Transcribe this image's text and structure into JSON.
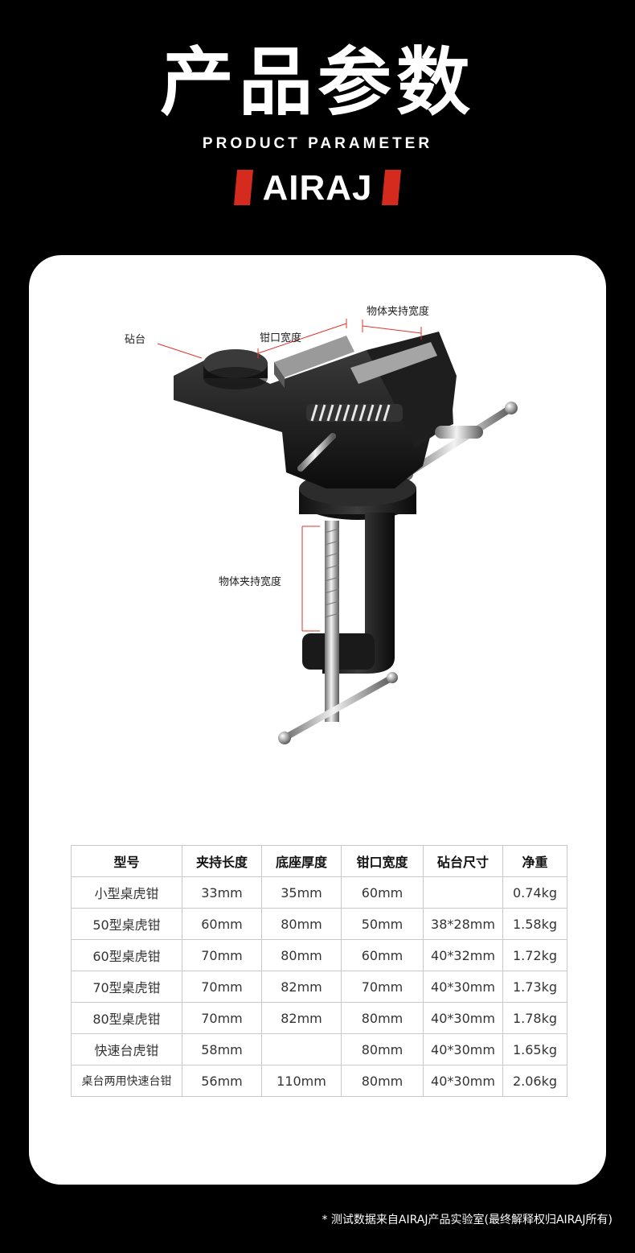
{
  "header": {
    "title": "产品参数",
    "subtitle": "PRODUCT PARAMETER",
    "brand": "AIRAJ"
  },
  "colors": {
    "background": "#000000",
    "card": "#ffffff",
    "brand_red": "#d52a1e",
    "leader_line": "#e0352c",
    "table_border": "#c9c9c9"
  },
  "diagram": {
    "image": "bench-vise-product-photo",
    "callouts": {
      "anvil": "砧台",
      "jaw_width": "钳口宽度",
      "clamp_width_top": "物体夹持宽度",
      "clamp_width_side": "物体夹持宽度"
    }
  },
  "table": {
    "headers": [
      "型号",
      "夹持长度",
      "底座厚度",
      "钳口宽度",
      "砧台尺寸",
      "净重"
    ],
    "rows": [
      [
        "小型桌虎钳",
        "33mm",
        "35mm",
        "60mm",
        "",
        "0.74kg"
      ],
      [
        "50型桌虎钳",
        "60mm",
        "80mm",
        "50mm",
        "38*28mm",
        "1.58kg"
      ],
      [
        "60型桌虎钳",
        "70mm",
        "80mm",
        "60mm",
        "40*32mm",
        "1.72kg"
      ],
      [
        "70型桌虎钳",
        "70mm",
        "82mm",
        "70mm",
        "40*30mm",
        "1.73kg"
      ],
      [
        "80型桌虎钳",
        "70mm",
        "82mm",
        "80mm",
        "40*30mm",
        "1.78kg"
      ],
      [
        "快速台虎钳",
        "58mm",
        "",
        "80mm",
        "40*30mm",
        "1.65kg"
      ],
      [
        "桌台两用快速台钳",
        "56mm",
        "110mm",
        "80mm",
        "40*30mm",
        "2.06kg"
      ]
    ]
  },
  "footnote": "* 测试数据来自AIRAJ产品实验室(最终解释权归AIRAJ所有)"
}
